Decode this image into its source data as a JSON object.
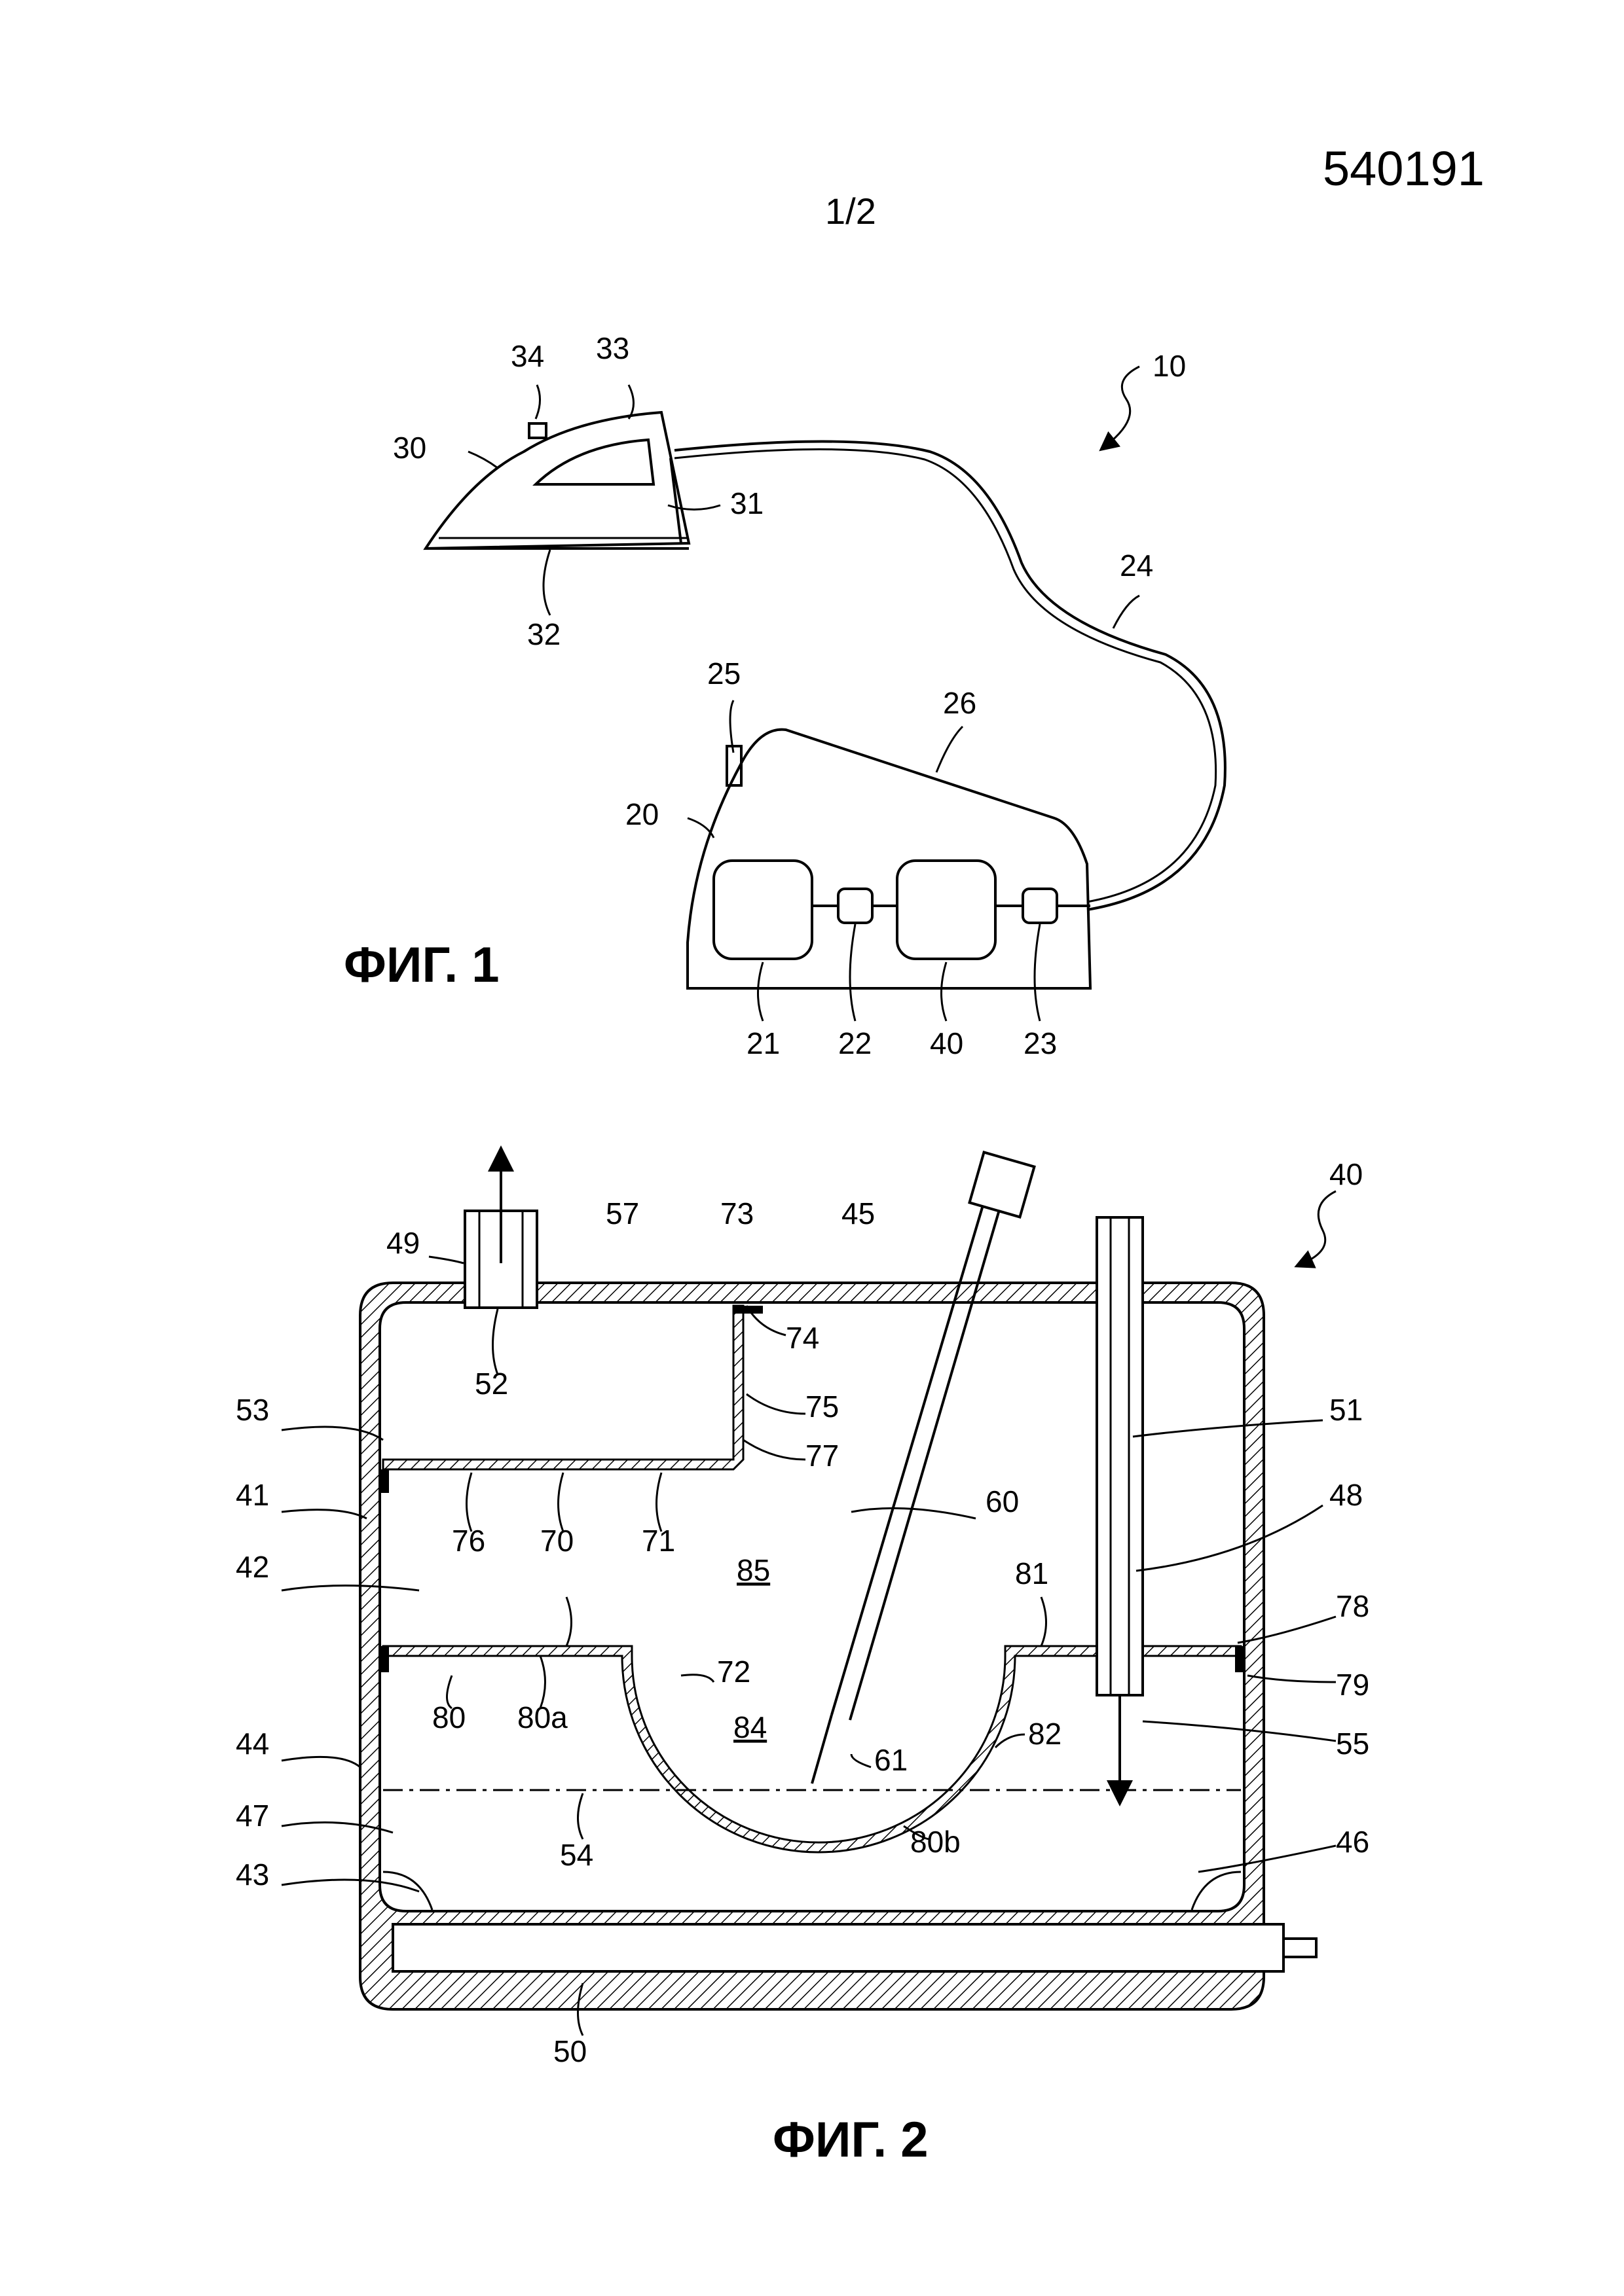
{
  "header": {
    "doc_number": "540191",
    "sheet_number": "1/2"
  },
  "figures": {
    "fig1_caption": "ФИГ. 1",
    "fig2_caption": "ФИГ. 2"
  },
  "fig1_labels": {
    "l10": "10",
    "l20": "20",
    "l21": "21",
    "l22": "22",
    "l23": "23",
    "l24": "24",
    "l25": "25",
    "l26": "26",
    "l30": "30",
    "l31": "31",
    "l32": "32",
    "l33": "33",
    "l34": "34",
    "l40": "40"
  },
  "fig2_labels": {
    "l40": "40",
    "l41": "41",
    "l42": "42",
    "l43": "43",
    "l44": "44",
    "l45": "45",
    "l46": "46",
    "l47": "47",
    "l48": "48",
    "l49": "49",
    "l50": "50",
    "l51": "51",
    "l52": "52",
    "l53": "53",
    "l54": "54",
    "l55": "55",
    "l57": "57",
    "l60": "60",
    "l61": "61",
    "l70": "70",
    "l71": "71",
    "l72": "72",
    "l73": "73",
    "l74": "74",
    "l75": "75",
    "l76": "76",
    "l77": "77",
    "l78": "78",
    "l79": "79",
    "l80": "80",
    "l80a": "80a",
    "l80b": "80b",
    "l81": "81",
    "l82": "82",
    "l84": "84",
    "l85": "85"
  }
}
